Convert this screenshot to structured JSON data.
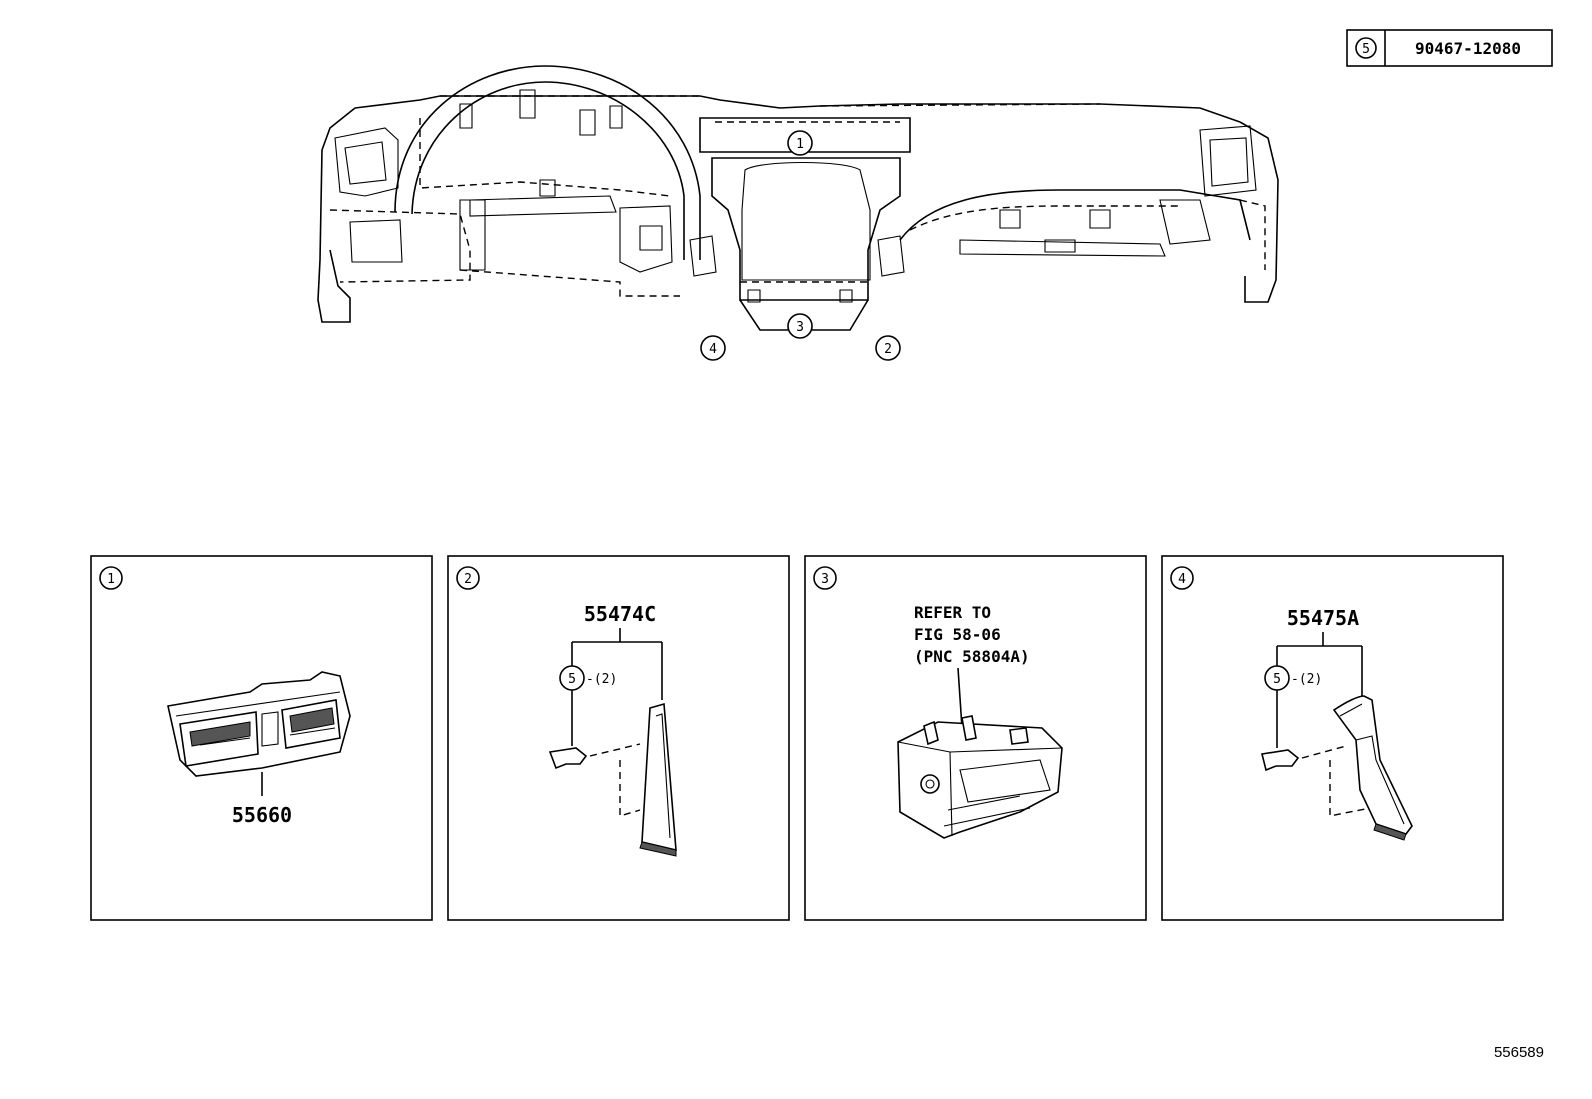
{
  "legend": {
    "callout": "5",
    "part_number": "90467-12080"
  },
  "overview_callouts": [
    "1",
    "2",
    "3",
    "4"
  ],
  "panels": [
    {
      "callout": "1",
      "part_number": "55660",
      "qty_callout": "",
      "qty": ""
    },
    {
      "callout": "2",
      "part_number": "55474C",
      "qty_callout": "5",
      "qty": "-(2)"
    },
    {
      "callout": "3",
      "part_number": "",
      "reference": [
        "REFER TO",
        "FIG 58-06",
        "(PNC 58804A)"
      ]
    },
    {
      "callout": "4",
      "part_number": "55475A",
      "qty_callout": "5",
      "qty": "-(2)"
    }
  ],
  "figure_id": "556589"
}
